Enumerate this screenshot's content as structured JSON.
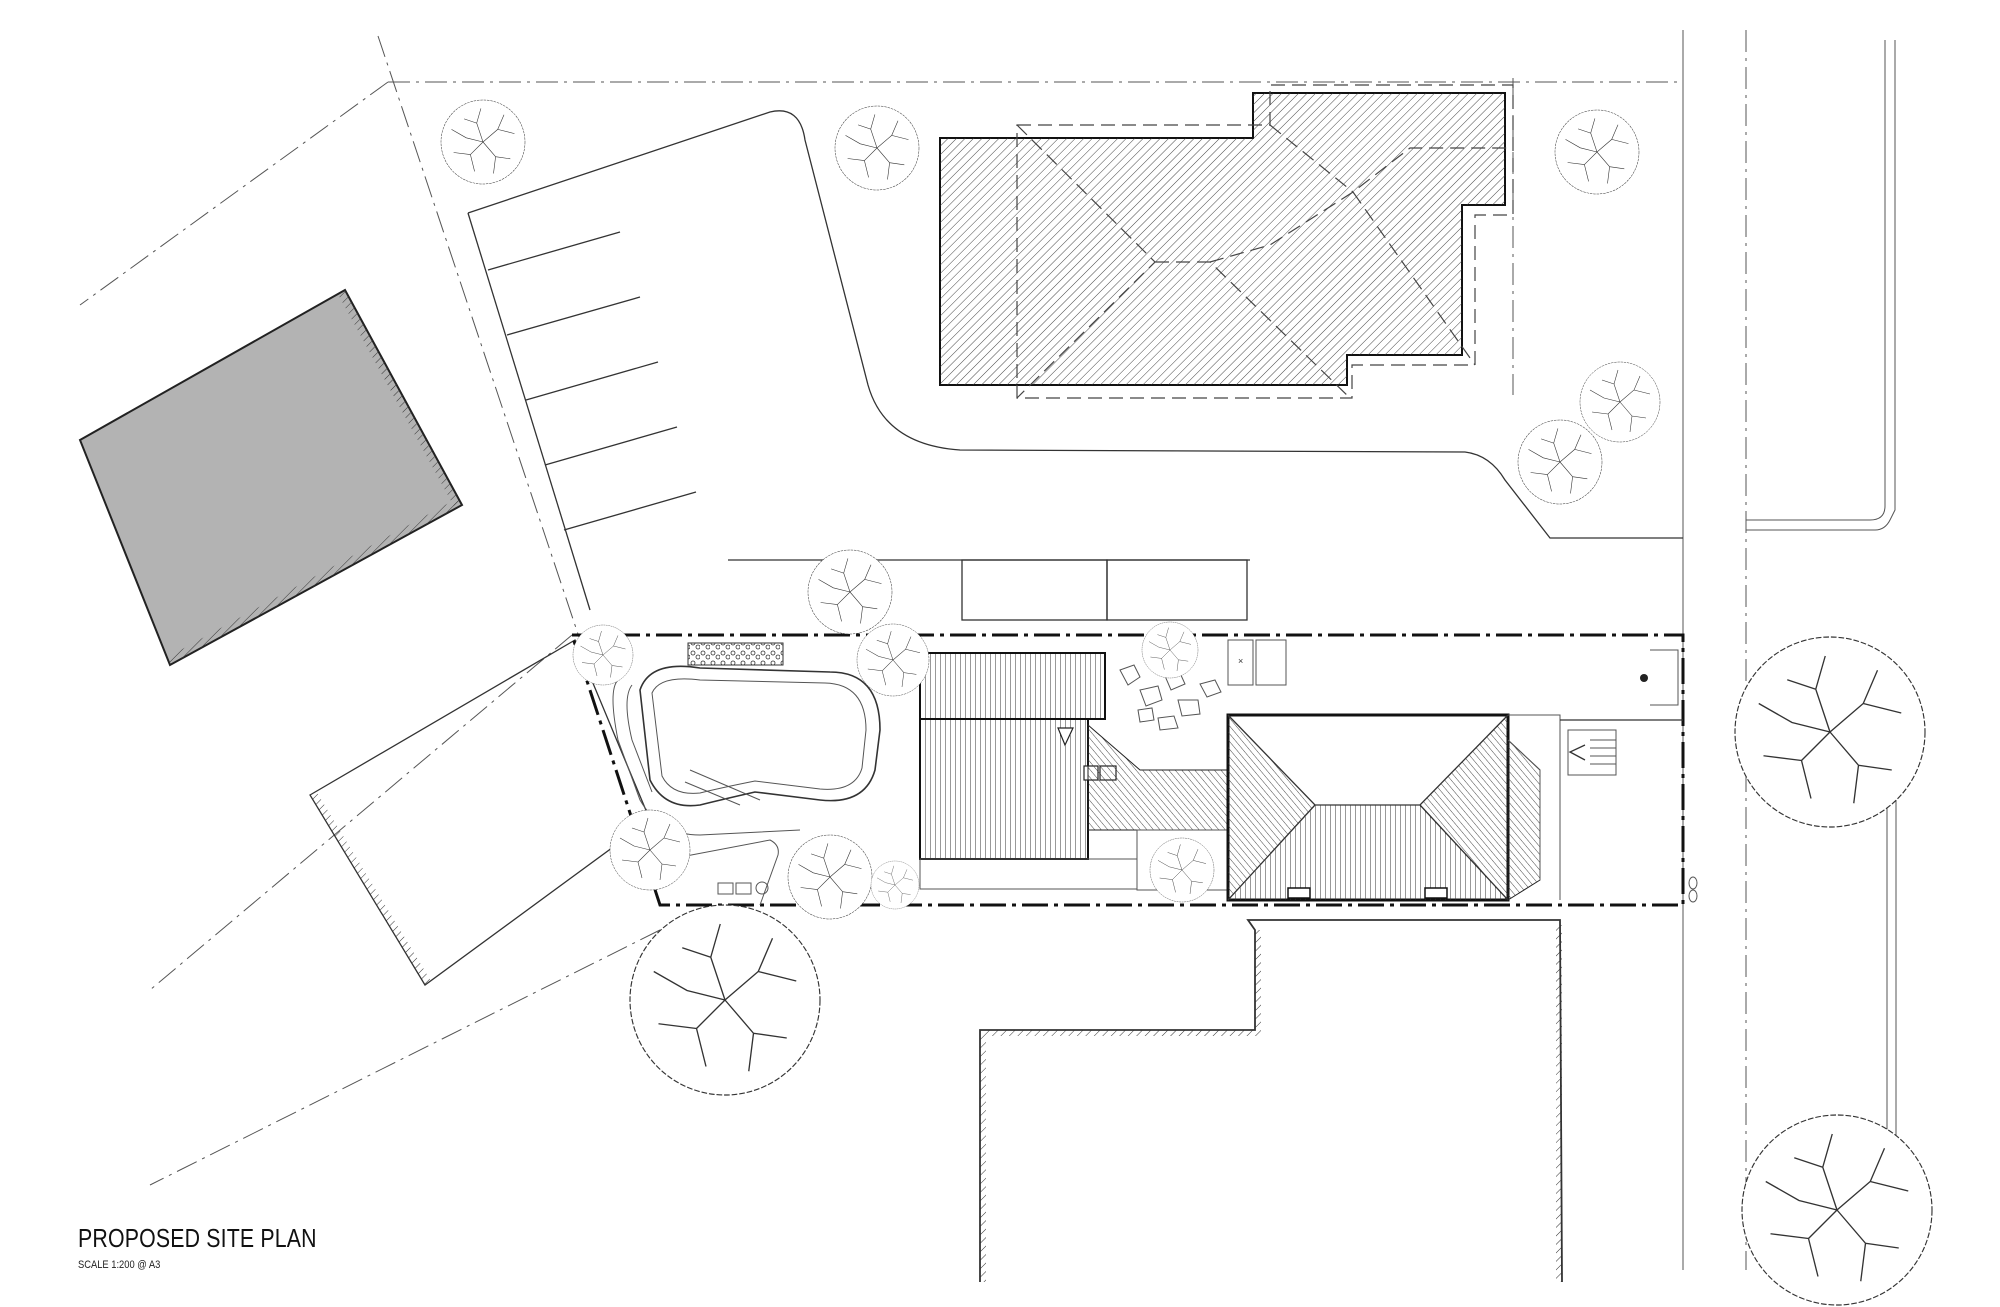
{
  "drawing": {
    "title": "PROPOSED SITE PLAN",
    "scale_note": "SCALE 1:200 @ A3"
  },
  "colors": {
    "background": "#ffffff",
    "linework": "#333333",
    "shaded_roof": "#b3b3b3"
  },
  "symbols": [
    "tree-canopy",
    "property-boundary",
    "swimming-pool",
    "car-park-bays",
    "roof-hatch"
  ]
}
